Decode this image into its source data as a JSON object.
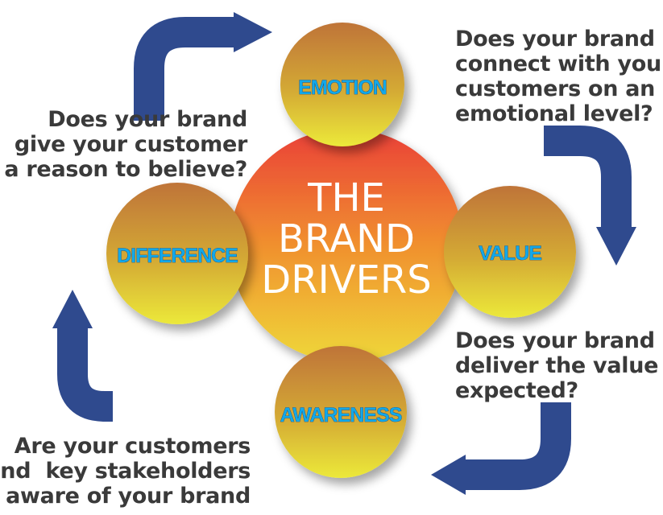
{
  "center": {
    "lines": [
      "THE",
      "BRAND",
      "DRIVERS"
    ]
  },
  "drivers": {
    "emotion": "EMOTION",
    "difference": "DIFFERENCE",
    "value": "VALUE",
    "awareness": "AWARENESS"
  },
  "questions": {
    "difference": "Does your brand\ngive your customer\na reason to believe?",
    "emotion": "Does your brand\nconnect with your\ncustomers on an\nemotional level?",
    "value": "Does your brand\ndeliver the value\nexpected?",
    "awareness": "Are your customers\nand  key stakeholders\naware of your brand"
  },
  "colors": {
    "arrow": "#2f4a8e",
    "label": "#12a8e8",
    "center_top": "#ea4a3a",
    "center_bottom": "#efd23a",
    "small_top": "#c0783a",
    "small_bottom": "#ebe83a"
  }
}
